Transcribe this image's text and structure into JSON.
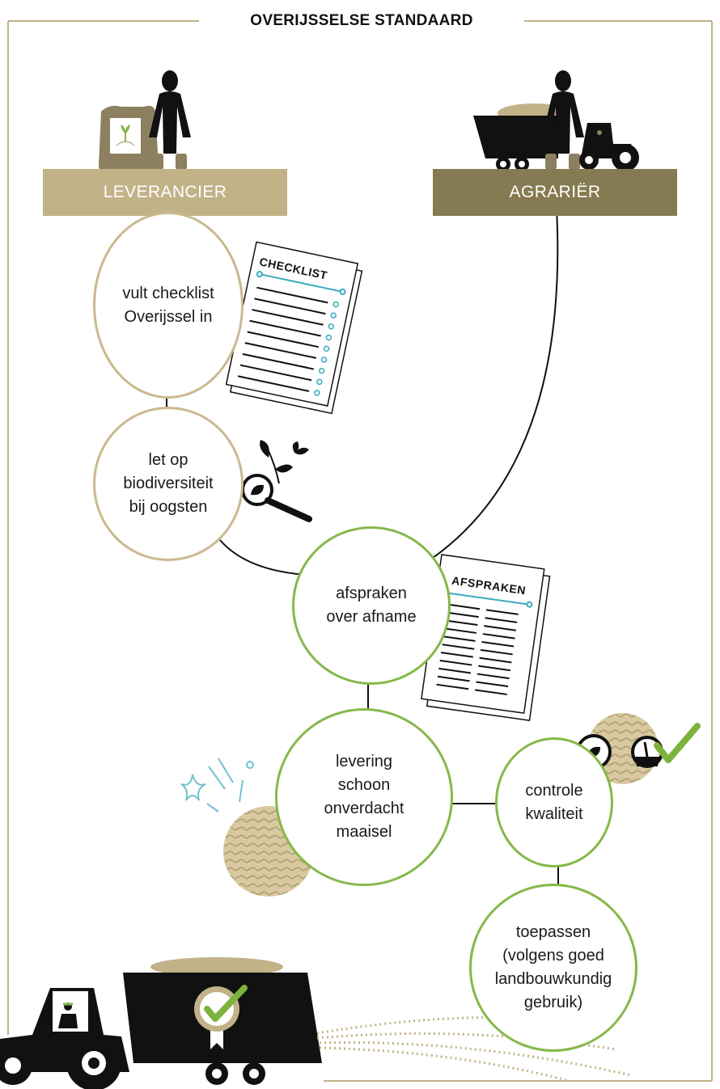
{
  "title": "OVERIJSSELSE STANDAARD",
  "roles": {
    "supplier": "LEVERANCIER",
    "farmer": "AGRARIËR"
  },
  "steps": {
    "checklist": "vult checklist\nOverijssel in",
    "biodiversity": "let op\nbiodiversiteit\nbij oogsten",
    "agreements": "afspraken\nover afname",
    "delivery": "levering\nschoon\nonverdacht\nmaaisel",
    "quality": "controle\nkwaliteit",
    "apply": "toepassen\n(volgens goed\nlandbouwkundig\ngebruik)"
  },
  "documents": {
    "checklist_title": "CHECKLIST",
    "agreements_title": "AFSPRAKEN"
  },
  "colors": {
    "supplier_tan": "#c2b288",
    "farmer_brown": "#857a52",
    "circle_tan": "#c9b98f",
    "circle_green": "#86b84a",
    "accent_teal": "#3aabbf",
    "check_green": "#7cb33c"
  }
}
